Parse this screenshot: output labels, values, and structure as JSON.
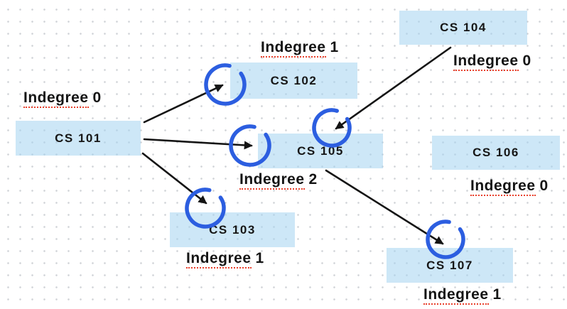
{
  "diagram": {
    "description": "Course prerequisite graph with indegree annotations",
    "nodes": [
      {
        "id": "cs101",
        "label": "CS 101",
        "indegree_word": "Indegree",
        "indegree_value": "0"
      },
      {
        "id": "cs102",
        "label": "CS 102",
        "indegree_word": "Indegree",
        "indegree_value": "1"
      },
      {
        "id": "cs103",
        "label": "CS 103",
        "indegree_word": "Indegree",
        "indegree_value": "1"
      },
      {
        "id": "cs104",
        "label": "CS 104",
        "indegree_word": "Indegree",
        "indegree_value": "0"
      },
      {
        "id": "cs105",
        "label": "CS 105",
        "indegree_word": "Indegree",
        "indegree_value": "2"
      },
      {
        "id": "cs106",
        "label": "CS 106",
        "indegree_word": "Indegree",
        "indegree_value": "0"
      },
      {
        "id": "cs107",
        "label": "CS 107",
        "indegree_word": "Indegree",
        "indegree_value": "1"
      }
    ],
    "edges": [
      {
        "from": "CS 101",
        "to": "CS 102"
      },
      {
        "from": "CS 101",
        "to": "CS 105"
      },
      {
        "from": "CS 101",
        "to": "CS 103"
      },
      {
        "from": "CS 104",
        "to": "CS 105"
      },
      {
        "from": "CS 105",
        "to": "CS 107"
      }
    ],
    "highlight_circles": [
      "CS 102",
      "CS 105 (left)",
      "CS 105 (top)",
      "CS 103",
      "CS 107"
    ],
    "colors": {
      "node_fill": "#d2eaf7",
      "circle_stroke": "#2c5ee0",
      "edge_stroke": "#141414",
      "text": "#141414",
      "spellcheck_underline": "#e8402c",
      "grid_dot": "#d2d5d9",
      "background": "#ffffff"
    }
  }
}
